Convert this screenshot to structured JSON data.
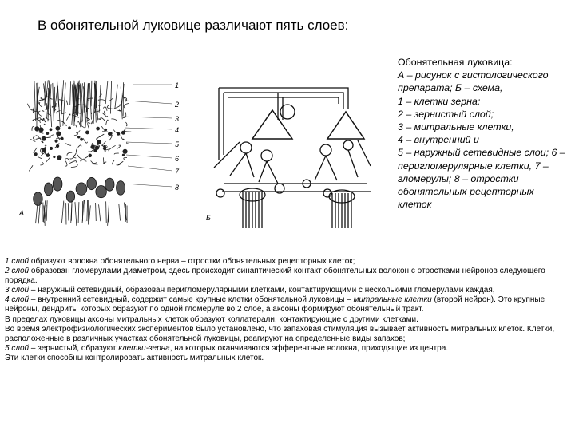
{
  "title": "В обонятельной луковице различают пять слоев:",
  "figure": {
    "label_a": "А",
    "label_b": "Б",
    "numbers": [
      "1",
      "2",
      "3",
      "4",
      "5",
      "6",
      "7",
      "8"
    ]
  },
  "caption": {
    "heading": "Обонятельная луковица:",
    "lines": [
      "А – рисунок с гистологического препарата; Б – схема,",
      "1 – клетки зерна;",
      "2 – зернистый слой;",
      "3 – митральные клетки,",
      "4 – внутренний и",
      "5 – наружный сетевидные слои; 6 – перигломерулярные клетки, 7 – гломерулы; 8 – отростки обонятельных рецепторных клеток"
    ]
  },
  "body": {
    "l1_lead": "1 слой",
    "l1_text": " образуют волокна обонятельного нерва – отростки обонятельных рецепторных клеток;",
    "l2_lead": "2 слой",
    "l2_text": " образован гломерулами диаметром, здесь происходит синаптический контакт обонятельных волокон с отростками нейронов следующего порядка.",
    "l3_lead": "3 слой",
    "l3_text": " – наружный сетевидный, образован перигломерулярными клетками, контактирующими с несколькими гломерулами каждая,",
    "l4_lead": "4 слой",
    "l4_text_a": " – внутренний сетевидный, содержит самые крупные клетки обонятельной луковицы – ",
    "l4_em": "митральные клетки",
    "l4_text_b": " (второй нейрон). Это крупные нейроны, дендриты которых образуют по одной гломеруле во 2 слое, а аксоны формируют обонятельный тракт.",
    "p_collaterals": "В пределах луковицы аксоны митральных клеток образуют коллатерали, контактирующие с другими клетками.",
    "p_experiments": "Во время электрофизиологических экспериментов было установлено, что запаховая стимуляция вызывает активность митральных клеток. Клетки, расположенные в различных участках обонятельной луковицы, реагируют на определенные виды запахов;",
    "l5_lead": "5 слой",
    "l5_text_a": " – зернистый, образуют ",
    "l5_em": "клетки-зерна",
    "l5_text_b": ", на которых оканчиваются эфферентные волокна, приходящие из центра.",
    "p_last": "Эти клетки способны контролировать активность митральных клеток."
  }
}
